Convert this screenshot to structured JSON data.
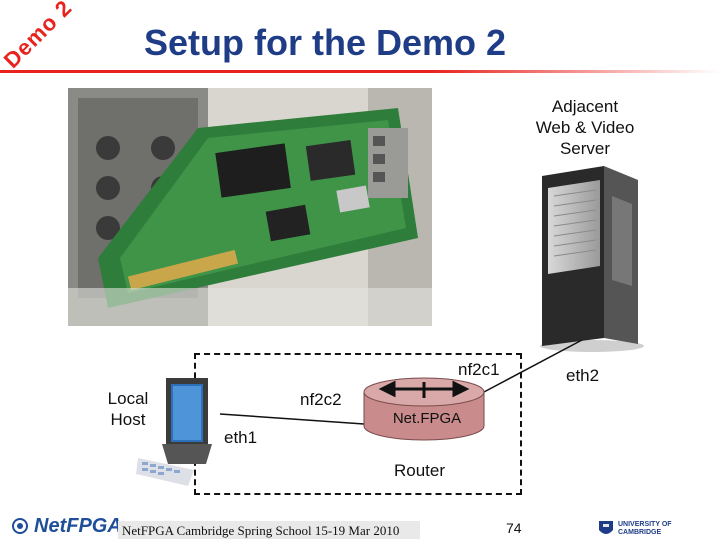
{
  "corner_tag": "Demo 2",
  "title": "Setup for the Demo 2",
  "server_label_lines": [
    "Adjacent",
    "Web & Video",
    "Server"
  ],
  "local_host_lines": [
    "Local",
    "Host"
  ],
  "ports": {
    "nf2c1": "nf2c1",
    "nf2c2": "nf2c2",
    "eth1": "eth1",
    "eth2": "eth2"
  },
  "router": {
    "name": "Net.FPGA",
    "label": "Router"
  },
  "footer": {
    "logo": "NetFPGA",
    "event": "NetFPGA Cambridge Spring School 15-19 Mar 2010",
    "page": "74",
    "university": "UNIVERSITY OF CAMBRIDGE"
  },
  "colors": {
    "accent_red": "#e8231e",
    "title_blue": "#1f3c86",
    "router_fill": "#c98b8b"
  }
}
